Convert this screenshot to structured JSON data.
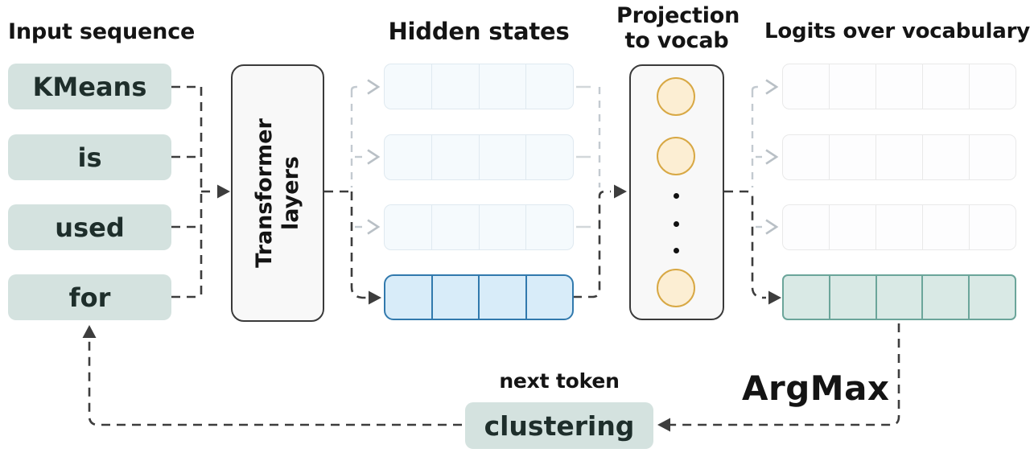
{
  "labels": {
    "input": "Input sequence",
    "hidden": "Hidden states",
    "projection_line1": "Projection",
    "projection_line2": "to vocab",
    "logits": "Logits over vocabulary",
    "next_token": "next token",
    "argmax": "ArgMax",
    "transformer_line1": "Transformer",
    "transformer_line2": "layers"
  },
  "input": {
    "tokens": [
      "KMeans",
      "is",
      "used",
      "for"
    ]
  },
  "next_token": {
    "value": "clustering"
  },
  "hidden_states": {
    "rows": 4,
    "cells_per_row": 4,
    "active_row_index": 3
  },
  "logits": {
    "rows": 4,
    "cells_per_row": 5,
    "active_row_index": 3
  },
  "projection": {
    "circles": 3,
    "ellipsis_dots": 3
  },
  "colors": {
    "token_bg": "#d4e2df",
    "token_text": "#1e2e2b",
    "hidden_active_bg": "#d8ecf9",
    "hidden_active_border": "#3179ad",
    "logits_active_bg": "#d9e9e5",
    "logits_active_border": "#6ba59a",
    "circle_bg": "#fceed3",
    "circle_border": "#d8a844",
    "box_bg": "#f8f8f8",
    "box_border": "#3a3a3a",
    "line_dark": "#3d3d3d",
    "line_faded": "#c3cad0"
  }
}
